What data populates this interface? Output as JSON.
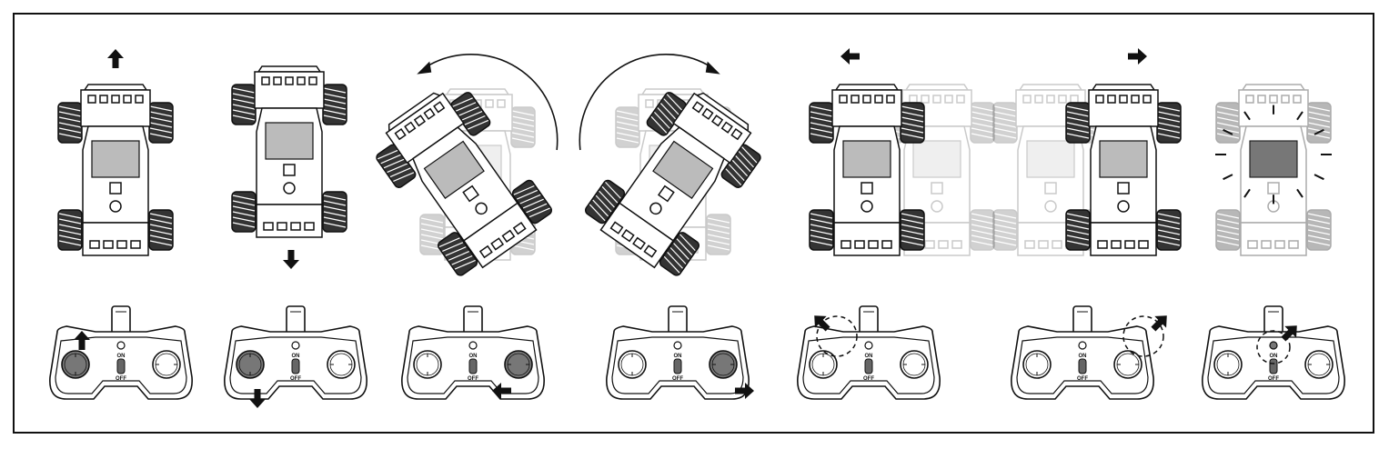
{
  "controller": {
    "on_label": "ON",
    "off_label": "OFF"
  },
  "colors": {
    "line": "#111111",
    "stick_active": "#777777",
    "wheel": "#333333",
    "screen": "#bbbbbb",
    "ghost_opacity": "0.22"
  }
}
